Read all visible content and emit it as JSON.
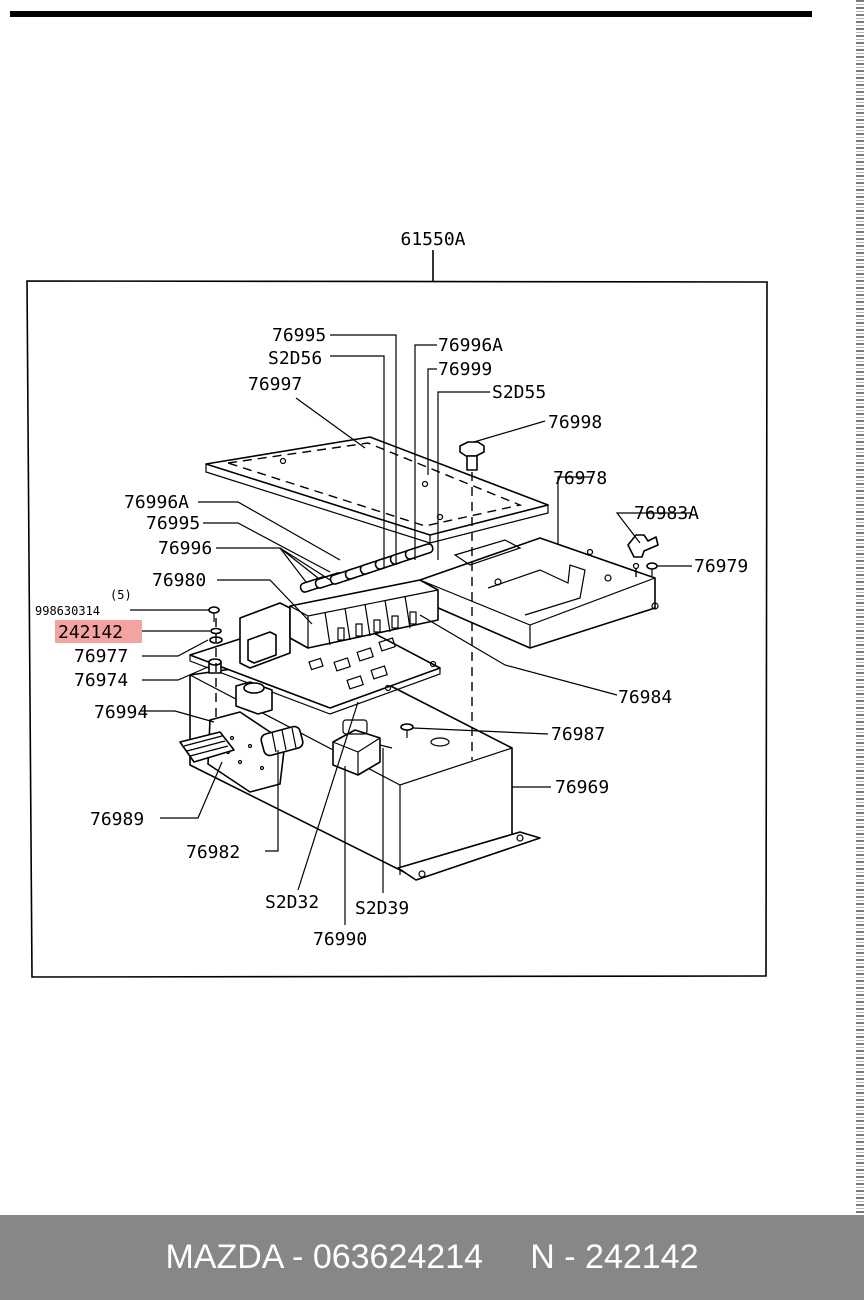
{
  "diagram": {
    "assembly_label": "61550A",
    "highlight_color": "#f4a3a3",
    "highlighted_part": "242142",
    "quantity_note": "(5)",
    "labels": {
      "p76995_top": "76995",
      "s2d56": "S2D56",
      "p76996a_top": "76996A",
      "p76999": "76999",
      "s2d55": "S2D55",
      "p76997": "76997",
      "p76998": "76998",
      "p76978": "76978",
      "p76996a_left": "76996A",
      "p76983a": "76983A",
      "p76995_left": "76995",
      "p76979": "76979",
      "p76996": "76996",
      "p76980": "76980",
      "p998630314": "998630314",
      "p242142": "242142",
      "p76977": "76977",
      "p76974": "76974",
      "p76984": "76984",
      "p76994": "76994",
      "p76987": "76987",
      "p76969": "76969",
      "p76989": "76989",
      "p76982": "76982",
      "s2d32": "S2D32",
      "s2d39": "S2D39",
      "p76990": "76990"
    }
  },
  "footer": {
    "brand": "MAZDA",
    "separator": " - ",
    "oem_number": "063624214",
    "part_prefix": "N",
    "part_number": "242142"
  }
}
